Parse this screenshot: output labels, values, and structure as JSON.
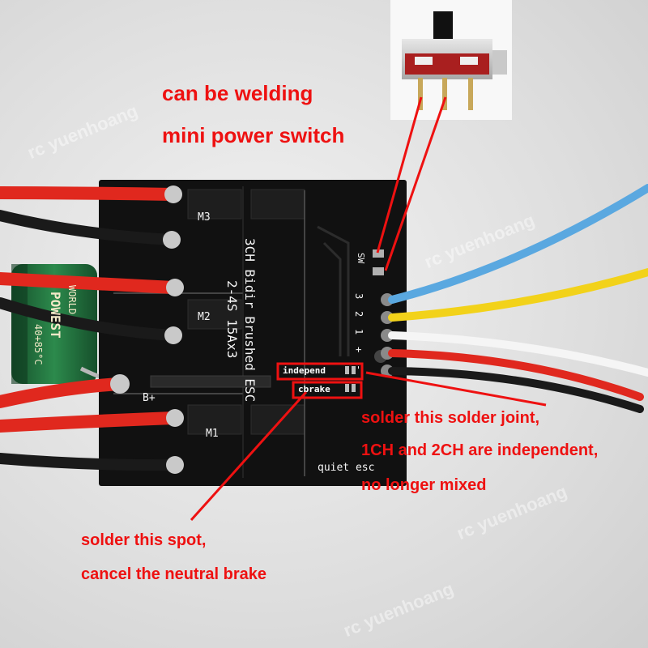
{
  "annotations": {
    "switch_line1": "can be welding",
    "switch_line2": "mini power switch",
    "joint_line1": "solder this solder joint,",
    "joint_line2": "1CH and 2CH are independent,",
    "joint_line3": "no longer mixed",
    "spot_line1": "solder this spot,",
    "spot_line2": "cancel the neutral brake"
  },
  "board": {
    "title": "3CH Bidir Brushed ESC",
    "spec": "2-4S 15Ax3",
    "motor_labels": [
      "M3",
      "M2",
      "M1"
    ],
    "power_label": "B+",
    "switch_label": "SW",
    "pin_labels": [
      "3",
      "2",
      "1",
      "+",
      "-"
    ],
    "pad_independ": "independ",
    "pad_cbrake": "cbrake",
    "brand": "quiet esc"
  },
  "capacitor": {
    "text_1": "WORLD",
    "text_2": "POWEST",
    "text_3": "40+85°C"
  },
  "watermark": {
    "text": "rc yuenhoang"
  },
  "colors": {
    "annotation_red": "#ee1111",
    "pcb": "#111111",
    "wire_red": "#e0281e",
    "wire_black": "#1a1a1a",
    "wire_blue": "#5aa8e0",
    "wire_yellow": "#f2d21a",
    "wire_white": "#f5f5f5",
    "capacitor_green": "#1f6b3a"
  }
}
